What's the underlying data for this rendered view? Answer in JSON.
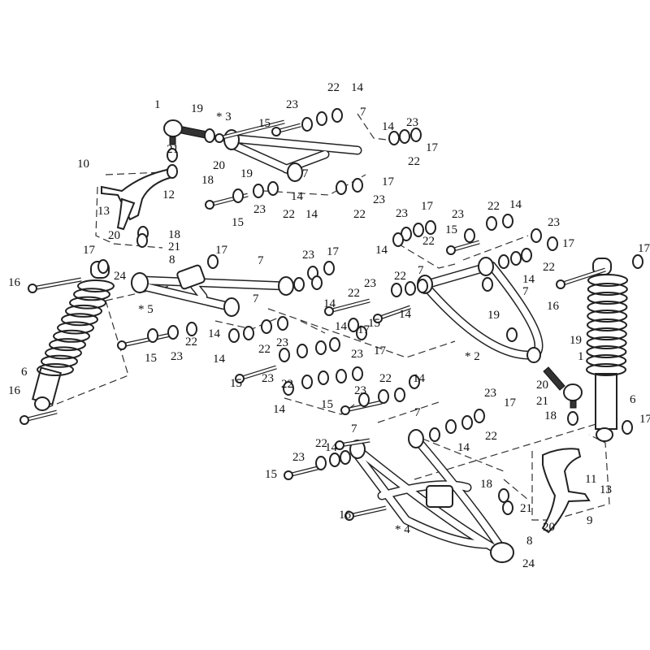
{
  "diagram": {
    "type": "exploded parts diagram - front suspension",
    "callouts": [
      "1",
      "19",
      "* 3",
      "23",
      "22",
      "14",
      "15",
      "7",
      "14",
      "23",
      "17",
      "22",
      "21",
      "20",
      "18",
      "10",
      "19",
      "7",
      "17",
      "14",
      "12",
      "13",
      "23",
      "14",
      "22",
      "15",
      "23",
      "22",
      "18",
      "21",
      "20",
      "8",
      "17",
      "24",
      "17",
      "7",
      "23",
      "17",
      "16",
      "* 5",
      "14",
      "22",
      "7",
      "14",
      "22",
      "23",
      "15",
      "14",
      "17",
      "23",
      "22",
      "14",
      "23",
      "15",
      "22",
      "6",
      "16",
      "17",
      "23",
      "14",
      "22",
      "15",
      "23",
      "22",
      "14",
      "23",
      "17",
      "22",
      "14",
      "7",
      "7",
      "22",
      "23",
      "14",
      "15",
      "17",
      "16",
      "19",
      "19",
      "1",
      "* 2",
      "20",
      "21",
      "18",
      "6",
      "17",
      "23",
      "17",
      "22",
      "14",
      "23",
      "15",
      "7",
      "23",
      "17",
      "22",
      "14",
      "7",
      "14",
      "23",
      "22",
      "15",
      "11",
      "13",
      "18",
      "21",
      "20",
      "16",
      "* 4",
      "9",
      "8",
      "24",
      "14"
    ]
  }
}
